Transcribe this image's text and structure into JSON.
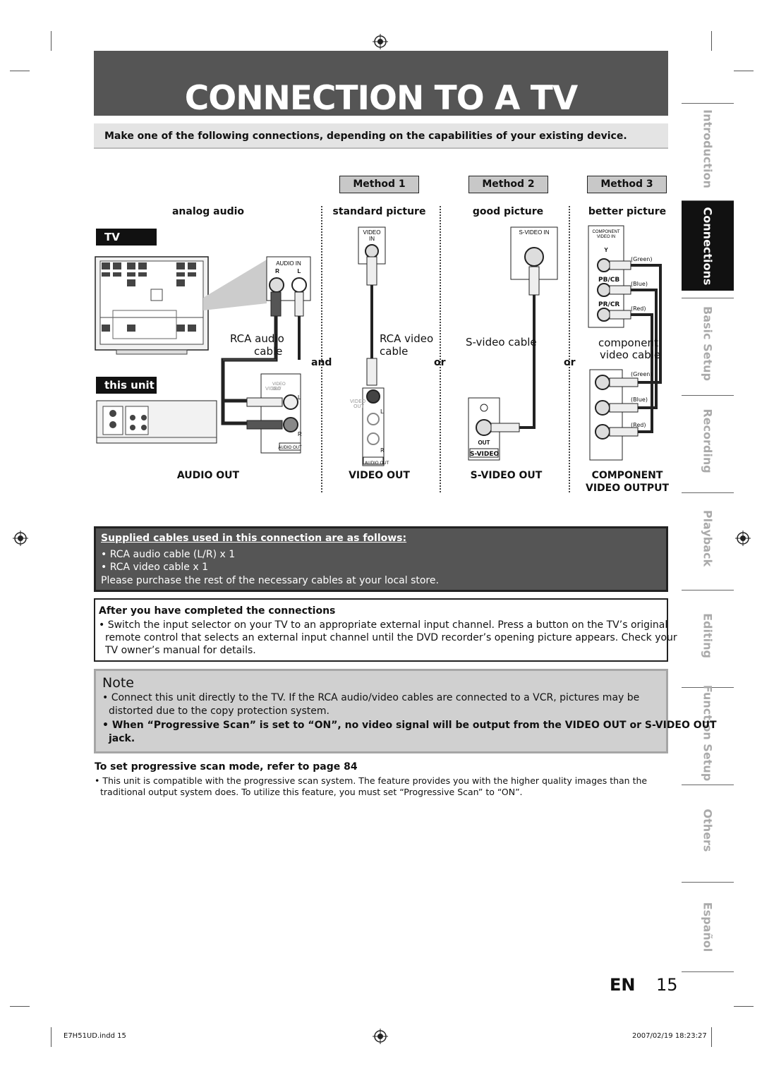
{
  "title": "CONNECTION TO A TV",
  "intro": "Make one of the following connections, depending on the capabilities of your existing device.",
  "methods": [
    "Method 1",
    "Method 2",
    "Method 3"
  ],
  "columns": {
    "analog": "analog audio",
    "standard": "standard picture",
    "good": "good picture",
    "better": "better picture"
  },
  "tv_label": "TV",
  "unit_label": "this unit",
  "tv_jacks": {
    "audio_in": "AUDIO IN",
    "r": "R",
    "l": "L",
    "video_in": "VIDEO",
    "video_in2": "IN",
    "svideo_in": "S-VIDEO IN",
    "component_in": "COMPONENT",
    "component_in2": "VIDEO IN",
    "y": "Y",
    "pb": "PB/CB",
    "pr": "PR/CR"
  },
  "colors": {
    "green": "(Green)",
    "blue": "(Blue)",
    "red": "(Red)"
  },
  "unit_jacks": {
    "video_out": "VIDEO",
    "video_out2": "OUT",
    "audio_out": "AUDIO OUT",
    "out": "OUT",
    "svideo": "S-VIDEO",
    "l": "L",
    "r": "R"
  },
  "cables": {
    "rca_audio_1": "RCA audio",
    "rca_audio_2": "cable",
    "rca_video_1": "RCA video",
    "rca_video_2": "cable",
    "svideo": "S-video cable",
    "component_1": "component",
    "component_2": "video cable"
  },
  "joiners": {
    "and": "and",
    "or1": "or",
    "or2": "or"
  },
  "outputs": {
    "audio_out": "AUDIO OUT",
    "video_out": "VIDEO OUT",
    "svideo_out": "S-VIDEO OUT",
    "component_1": "COMPONENT",
    "component_2": "VIDEO OUTPUT"
  },
  "tabs": [
    "Introduction",
    "Connections",
    "Basic Setup",
    "Recording",
    "Playback",
    "Editing",
    "Function Setup",
    "Others",
    "Español"
  ],
  "supplied": {
    "heading": "Supplied cables used in this connection are as follows:",
    "items": [
      "• RCA audio cable (L/R) x 1",
      "• RCA video cable x 1"
    ],
    "footer": "Please purchase the rest of the necessary cables at your local store."
  },
  "after": {
    "heading": "After you have completed the connections",
    "line1": "• Switch the input selector on your TV to an appropriate external input channel. Press a button on the TV’s original",
    "line2": "remote control that selects an external input channel until the DVD recorder’s opening picture appears. Check your",
    "line3": "TV owner’s manual for details."
  },
  "note": {
    "heading": "Note",
    "b1_l1": "• Connect this unit directly to the TV. If the RCA audio/video cables are connected to a VCR, pictures may be",
    "b1_l2": "distorted due to the copy protection system.",
    "b2_l1": "• When “Progressive Scan” is set to “ON”, no video signal will be output from the VIDEO OUT or S-VIDEO OUT",
    "b2_l2": "jack."
  },
  "progressive": {
    "heading": "To set progressive scan mode, refer to page 84",
    "line1": "• This unit is compatible with the progressive scan system. The feature provides you with the higher quality images than the",
    "line2": "traditional output system does. To utilize this feature, you must set “Progressive Scan” to “ON”."
  },
  "page": {
    "lang": "EN",
    "number": "15"
  },
  "footer": {
    "file": "E7H51UD.indd  15",
    "date": "2007/02/19   18:23:27"
  }
}
